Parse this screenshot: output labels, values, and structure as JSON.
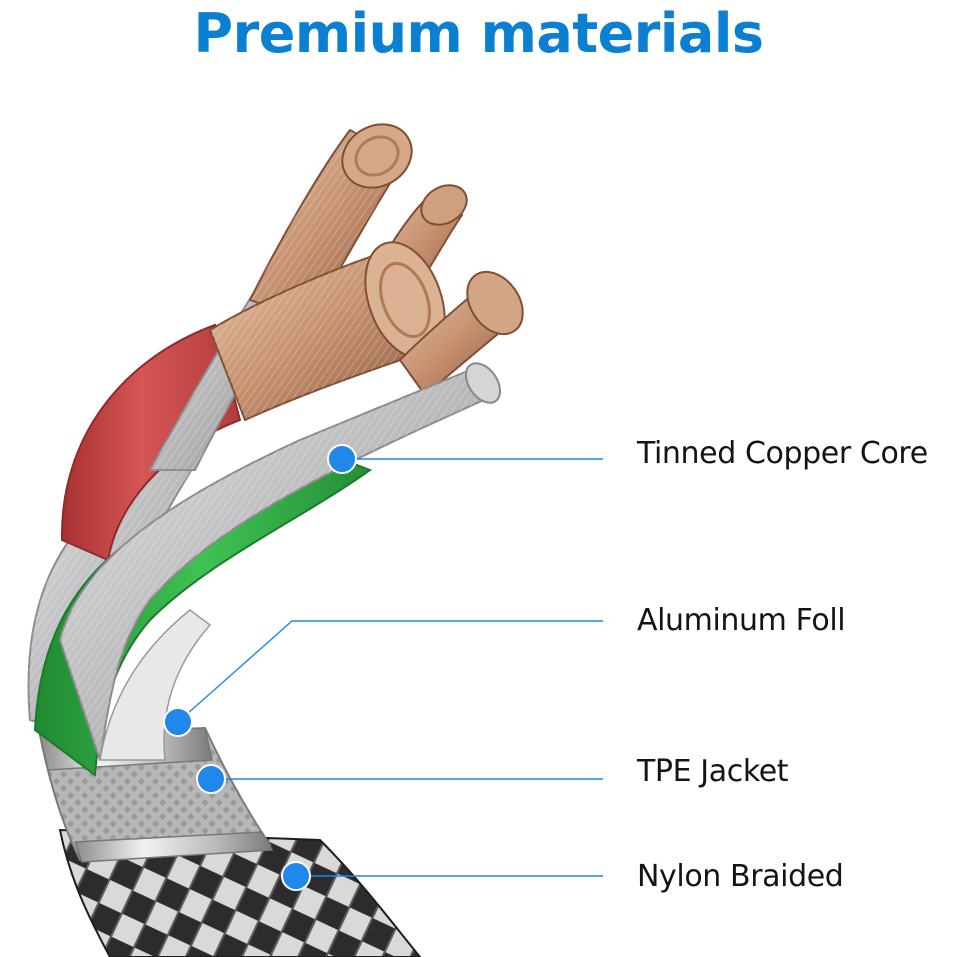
{
  "headline": "Premium materials",
  "callouts": [
    {
      "label": "Tinned Copper Core"
    },
    {
      "label": "Aluminum Foll"
    },
    {
      "label": "TPE Jacket"
    },
    {
      "label": "Nylon Braided"
    }
  ],
  "colors": {
    "headline": "#0b7fd1",
    "accent": "#1f88ea",
    "copper": "#c58f6e",
    "tinned": "#b9b9bc",
    "red_jacket": "#cf4848",
    "green_jacket": "#2fae43",
    "braid": "#3b3b3d",
    "ferrule": "#d6d6d6"
  },
  "icons": [
    "callout-dot-icon",
    "leader-line-icon",
    "cable-illustration-icon"
  ]
}
